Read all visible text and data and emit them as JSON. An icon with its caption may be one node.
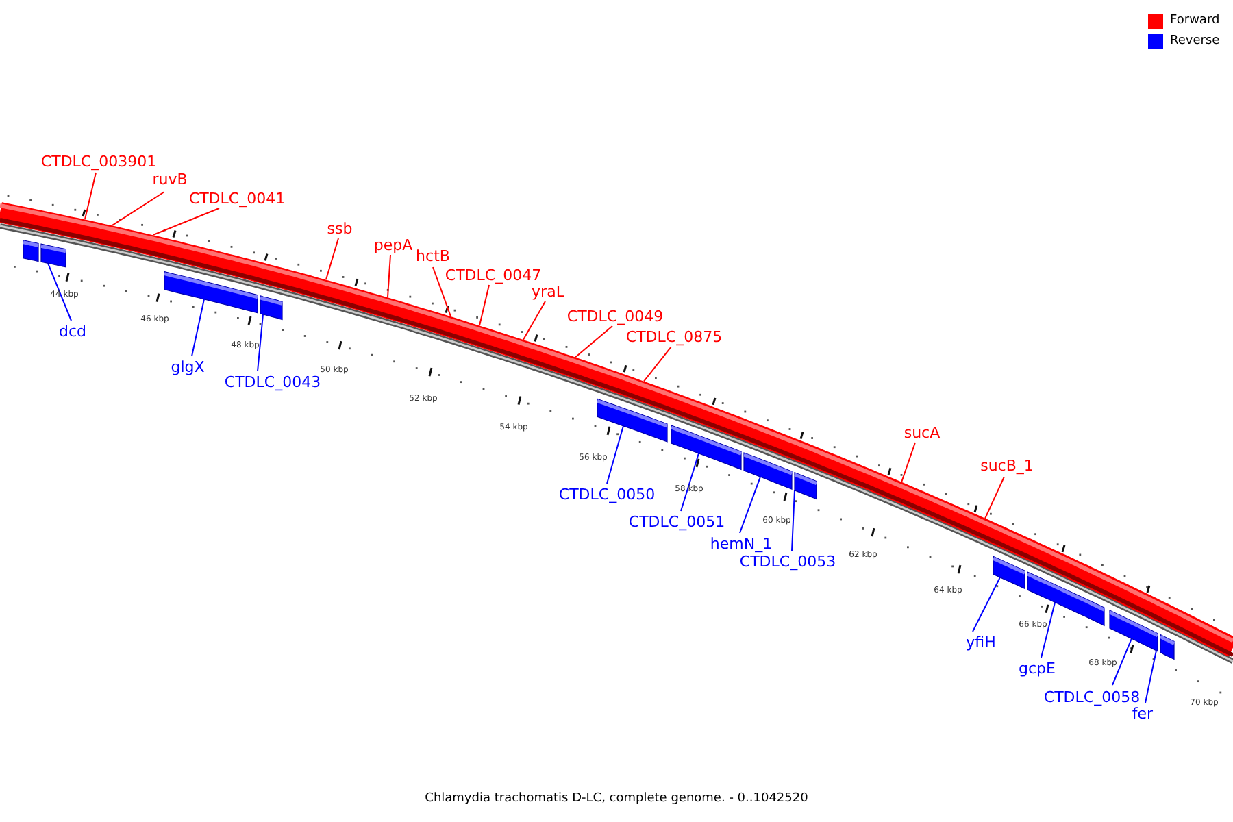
{
  "diagram": {
    "caption": "Chlamydia trachomatis D-LC, complete genome. - 0..1042520",
    "nodes": [
      {
        "text": [
          "CTDLC_003901"
        ]
      },
      {
        "text": [
          "ruvB"
        ]
      },
      {
        "text": [
          "CTDLC_0041"
        ]
      },
      {
        "text": [
          "ssb"
        ]
      },
      {
        "text": [
          "pepA"
        ]
      },
      {
        "text": [
          "hctB"
        ]
      },
      {
        "text": [
          "CTDLC_0047"
        ]
      },
      {
        "text": [
          "yraL"
        ]
      },
      {
        "text": [
          "CTDLC_0049"
        ]
      },
      {
        "text": [
          "CTDLC_0875"
        ]
      },
      {
        "text": [
          "sucA"
        ]
      },
      {
        "text": [
          "sucB_1"
        ]
      },
      {
        "text": [
          "dcd"
        ]
      },
      {
        "text": [
          "glgX"
        ]
      },
      {
        "text": [
          "CTDLC_0043"
        ]
      },
      {
        "text": [
          "CTDLC_0050"
        ]
      },
      {
        "text": [
          "CTDLC_0051"
        ]
      },
      {
        "text": [
          "hemN_1"
        ]
      },
      {
        "text": [
          "CTDLC_0053"
        ]
      },
      {
        "text": [
          "yfiH"
        ]
      },
      {
        "text": [
          "gcpE"
        ]
      },
      {
        "text": [
          "CTDLC_0058"
        ]
      },
      {
        "text": [
          "fer"
        ]
      },
      {
        "text": [],
        "shape": "bar"
      },
      {
        "text": [],
        "shape": "bar"
      },
      {
        "text": [],
        "shape": "bar"
      },
      {
        "text": [],
        "shape": "bar"
      },
      {
        "text": [],
        "shape": "bar"
      },
      {
        "text": [],
        "shape": "bar"
      },
      {
        "text": [],
        "shape": "bar"
      },
      {
        "text": [],
        "shape": "bar"
      },
      {
        "text": [],
        "shape": "bar"
      },
      {
        "text": [],
        "shape": "bar"
      },
      {
        "text": [],
        "shape": "bar"
      },
      {
        "text": [],
        "shape": "bar"
      }
    ],
    "edges": [
      {
        "from": 0,
        "to": null,
        "arrow": "none"
      },
      {
        "from": 1,
        "to": null,
        "arrow": "none"
      },
      {
        "from": 2,
        "to": null,
        "arrow": "none"
      },
      {
        "from": 3,
        "to": null,
        "arrow": "none"
      },
      {
        "from": 4,
        "to": null,
        "arrow": "none"
      },
      {
        "from": 5,
        "to": null,
        "arrow": "none"
      },
      {
        "from": 6,
        "to": null,
        "arrow": "none"
      },
      {
        "from": 7,
        "to": null,
        "arrow": "none"
      },
      {
        "from": 8,
        "to": null,
        "arrow": "none"
      },
      {
        "from": 9,
        "to": null,
        "arrow": "none"
      },
      {
        "from": 10,
        "to": null,
        "arrow": "none"
      },
      {
        "from": 11,
        "to": null,
        "arrow": "none"
      },
      {
        "from": 12,
        "to": 24,
        "arrow": "none",
        "color": "#0000ff"
      },
      {
        "from": 13,
        "to": 25,
        "arrow": "none",
        "color": "#0000ff"
      },
      {
        "from": 14,
        "to": 26,
        "arrow": "none",
        "color": "#0000ff"
      },
      {
        "from": 15,
        "to": 27,
        "arrow": "none",
        "color": "#0000ff"
      },
      {
        "from": 16,
        "to": 28,
        "arrow": "none",
        "color": "#0000ff"
      },
      {
        "from": 17,
        "to": 29,
        "arrow": "none",
        "color": "#0000ff"
      },
      {
        "from": 18,
        "to": 30,
        "arrow": "none",
        "color": "#0000ff"
      },
      {
        "from": 19,
        "to": 31,
        "arrow": "none",
        "color": "#0000ff"
      },
      {
        "from": 20,
        "to": 32,
        "arrow": "none",
        "color": "#0000ff"
      },
      {
        "from": 21,
        "to": 33,
        "arrow": "none",
        "color": "#0000ff"
      },
      {
        "from": 22,
        "to": 34,
        "arrow": "none",
        "color": "#0000ff"
      }
    ],
    "labels": [
      "44 kbp",
      "46 kbp",
      "48 kbp",
      "50 kbp",
      "52 kbp",
      "54 kbp",
      "56 kbp",
      "58 kbp",
      "60 kbp",
      "62 kbp",
      "64 kbp",
      "66 kbp",
      "68 kbp",
      "70 kbp"
    ],
    "legend": [
      {
        "text": "Forward",
        "color": "#ff0000"
      },
      {
        "text": "Reverse",
        "color": "#0000ff"
      }
    ]
  }
}
